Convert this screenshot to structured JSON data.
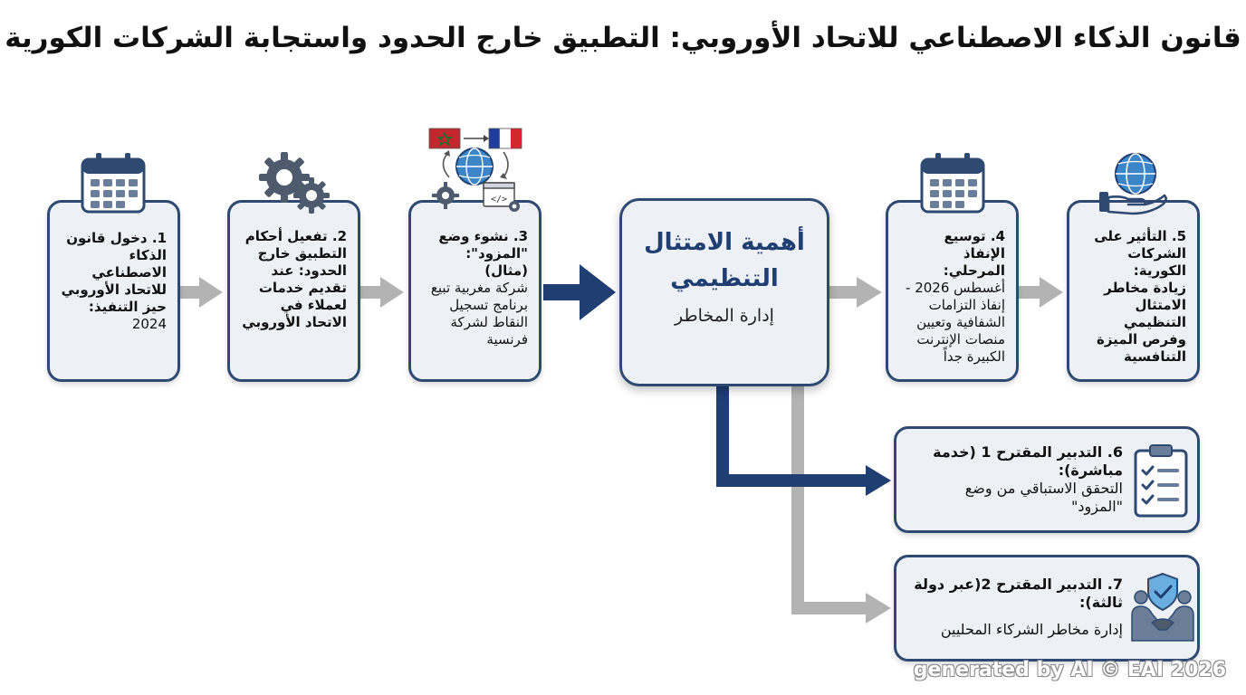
{
  "title": "قانون الذكاء الاصطناعي للاتحاد الأوروبي: التطبيق خارج الحدود واستجابة الشركات الكورية",
  "center": {
    "heading": "أهمية الامتثال التنظيمي",
    "subtitle": "إدارة المخاطر"
  },
  "steps": [
    {
      "heading": "1. دخول قانون الذكاء الاصطناعي للاتحاد الأوروبي حيز التنفيذ:",
      "body": "2024"
    },
    {
      "heading": "2. تفعيل أحكام التطبيق خارج الحدود: عند تقديم خدمات لعملاء في الاتحاد الأوروبي",
      "body": ""
    },
    {
      "heading": "3. نشوء وضع \"المزود\": (مثال)",
      "body": "شركة مغربية تبيع برنامج تسجيل النقاط لشركة فرنسية"
    },
    {
      "heading": "4. توسيع الإنفاذ المرحلي:",
      "body": "أغسطس 2026 - إنفاذ التزامات الشفافية وتعيين منصات الإنترنت الكبيرة جداً"
    },
    {
      "heading": "5. التأثير على الشركات الكورية:",
      "body": "زيادة مخاطر الامتثال التنظيمي وفرص الميزة التنافسية"
    },
    {
      "heading": "6. التدبير المقترح 1 (خدمة مباشرة):",
      "body": "التحقق الاستباقي من وضع \"المزود\""
    },
    {
      "heading": "7. التدبير المقترح 2(عبر دولة ثالثة):",
      "body": "إدارة مخاطر الشركاء المحليين"
    }
  ],
  "icons": [
    "calendar-icon",
    "gears-icon",
    "globe-flags-icon",
    "calendar-icon",
    "globe-hand-icon",
    "clipboard-checklist-icon",
    "handshake-shield-icon"
  ],
  "colors": {
    "accent": "#1f3e72",
    "box_border": "#2e4a72",
    "box_fill": "#edf0f4",
    "gray_arrow": "#b3b3b3"
  },
  "watermark": "generated by AI © EAI 2026"
}
